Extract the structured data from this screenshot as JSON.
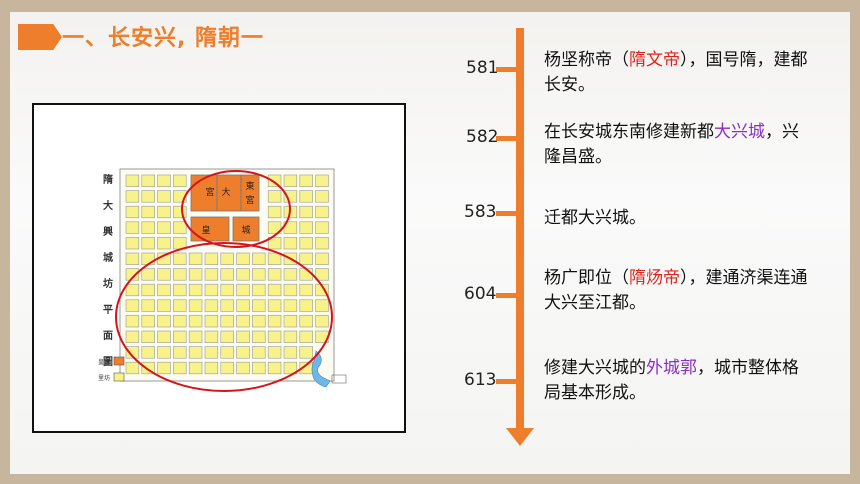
{
  "slide": {
    "title": "一、长安兴, 隋朝一"
  },
  "map": {
    "title_chars": [
      "隋",
      "大",
      "興",
      "城",
      "坊",
      "平",
      "面",
      "圖"
    ],
    "palace_labels": [
      "大",
      "宮",
      "東",
      "宮",
      "皇",
      "城"
    ],
    "legend": [
      {
        "label": "皇宫",
        "color": "#ee7d2c"
      },
      {
        "label": "里坊",
        "color": "#f7f28a"
      }
    ]
  },
  "timeline": {
    "color": "#ee7d2c",
    "events": [
      {
        "year": "581",
        "parts": [
          {
            "t": "杨坚称帝（"
          },
          {
            "t": "隋文帝",
            "c": "red"
          },
          {
            "t": "），国号隋，建都长安。"
          }
        ]
      },
      {
        "year": "582",
        "parts": [
          {
            "t": "在长安城东南修建新都"
          },
          {
            "t": "大兴城",
            "c": "purple"
          },
          {
            "t": "，兴隆昌盛。"
          }
        ]
      },
      {
        "year": "583",
        "parts": [
          {
            "t": "迁都大兴城。"
          }
        ]
      },
      {
        "year": "604",
        "parts": [
          {
            "t": "杨广即位（"
          },
          {
            "t": "隋炀帝",
            "c": "red"
          },
          {
            "t": "），建通济渠连通大兴至江都。"
          }
        ]
      },
      {
        "year": "613",
        "parts": [
          {
            "t": "修建大兴城的"
          },
          {
            "t": "外城郭",
            "c": "purple"
          },
          {
            "t": "，城市整体格局基本形成。"
          }
        ]
      }
    ]
  }
}
